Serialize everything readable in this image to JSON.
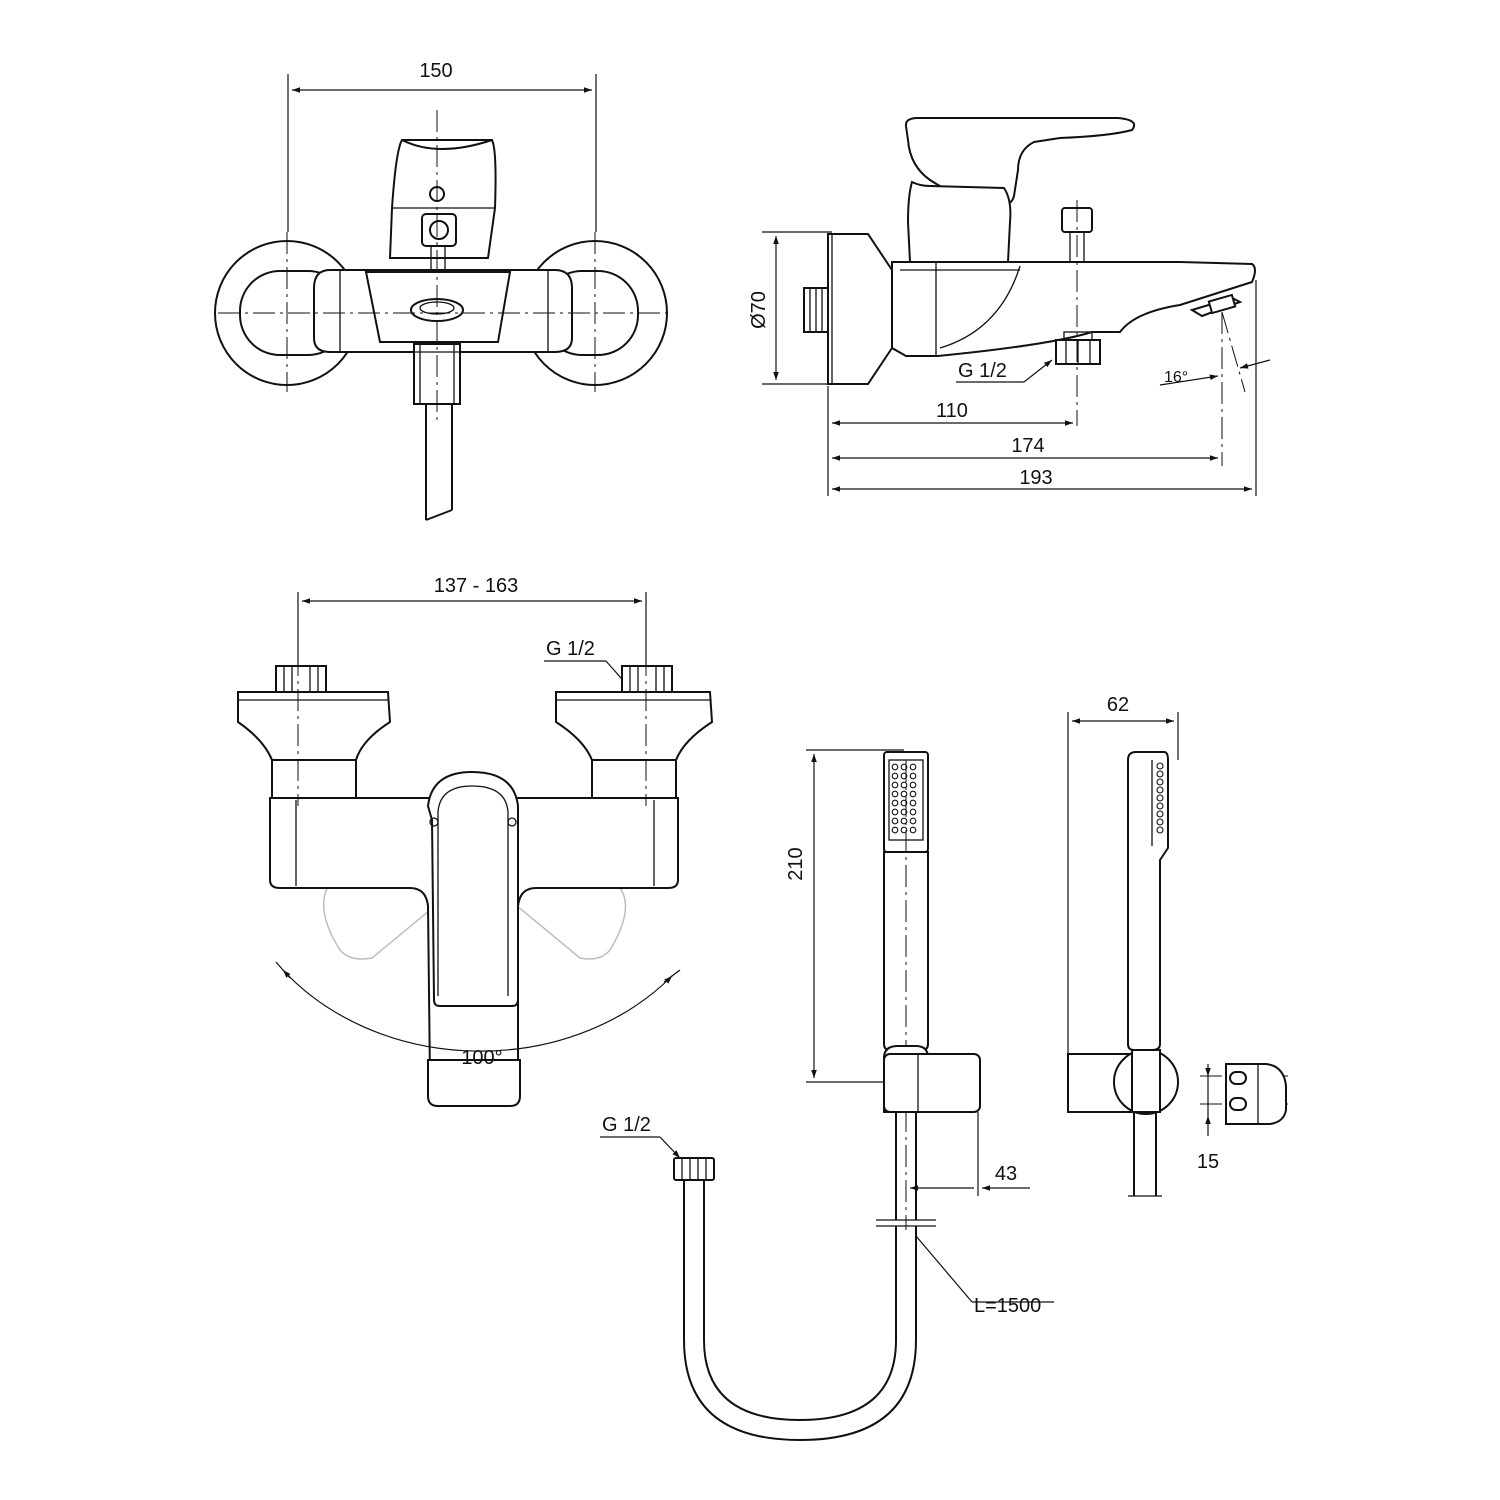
{
  "bath_mixer_front": {
    "width_label": "150"
  },
  "bath_mixer_side": {
    "diameter_label": "Ø70",
    "thread_label": "G 1/2",
    "angle_label": "16°",
    "dim_outlet": "110",
    "dim_spout": "174",
    "dim_total": "193"
  },
  "shower_mixer_front": {
    "centers_label": "137 - 163",
    "thread_label": "G 1/2",
    "rotation_label": "100°"
  },
  "hand_shower": {
    "length_label": "210",
    "holder_offset_label": "43",
    "thread_label": "G 1/2",
    "hose_length_label": "L=1500"
  },
  "hand_shower_side": {
    "depth_label": "62",
    "spacing_label": "15"
  }
}
